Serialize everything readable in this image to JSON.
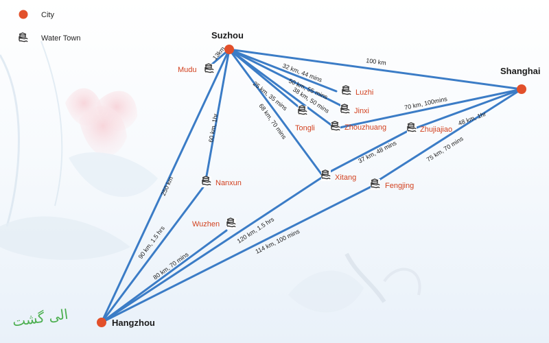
{
  "legend": {
    "city_label": "City",
    "town_label": "Water Town",
    "city_color": "#e2502b",
    "town_icon": "water-town-icon"
  },
  "colors": {
    "route": "#3b7cc6",
    "city": "#e2502b",
    "town_text": "#d2401e"
  },
  "cities": {
    "suzhou": "Suzhou",
    "shanghai": "Shanghai",
    "hangzhou": "Hangzhou"
  },
  "towns": {
    "mudu": "Mudu",
    "luzhi": "Luzhi",
    "jinxi": "Jinxi",
    "tongli": "Tongli",
    "zhouzhuang": "Zhouzhuang",
    "zhujiajiao": "Zhujiajiao",
    "nanxun": "Nanxun",
    "xitang": "Xitang",
    "fengjing": "Fengjing",
    "wuzhen": "Wuzhen"
  },
  "routes": {
    "suzhou_mudu": "13km",
    "suzhou_shanghai": "100 km",
    "suzhou_luzhi": "32 km, 44 mins",
    "suzhou_jinxi": "50 km, 55 mins",
    "suzhou_zhouzhuang": "38 km, 50 mins",
    "suzhou_tongli": "25 km, 35 mins",
    "suzhou_xitang": "68 km, 70 mins",
    "suzhou_nanxun": "60 km, 1hr",
    "suzhou_hangzhou": "250 km",
    "shanghai_zhouzhuang": "70 km, 100mins",
    "shanghai_zhujiajiao": "48 km, 1hr",
    "shanghai_fengjing": "75 km, 70 mins",
    "zhujiajiao_xitang": "37 km, 48 mins",
    "hangzhou_nanxun": "90 km, 1.5 hrs",
    "hangzhou_wuzhen": "80 km, 70 mins",
    "hangzhou_xitang": "120 km, 1.5 hrs",
    "hangzhou_fengjing": "114 km, 100 mins"
  },
  "watermark": "الی گشت"
}
